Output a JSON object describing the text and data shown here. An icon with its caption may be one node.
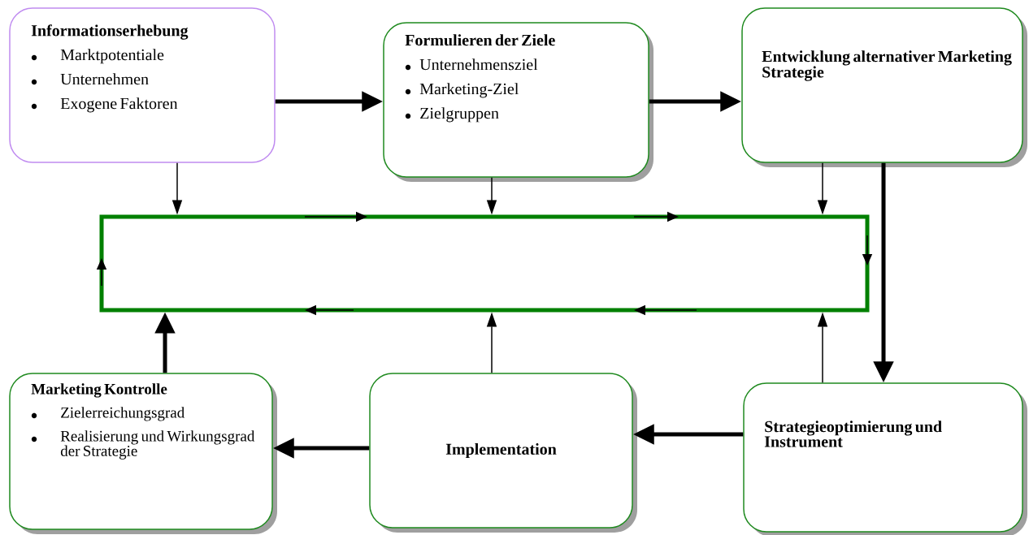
{
  "diagram": {
    "nodes": [
      {
        "text": [
          "Informationserhebung",
          "Marktpotentiale",
          "Unternehmen",
          "Exogene Faktoren"
        ]
      },
      {
        "text": [
          "Formulieren der Ziele",
          "Unternehmensziel",
          "Marketing-Ziel",
          "Zielgruppen"
        ]
      },
      {
        "text": [
          "Entwicklung alternativer Marketing Strategie"
        ]
      },
      {
        "text": [],
        "shape": "box"
      },
      {
        "text": [
          "Marketing Kontrolle",
          "Zielerreichungsgrad",
          "Realisierung und Wirkungsgrad der Strategie"
        ]
      },
      {
        "text": [
          "Implementation"
        ]
      },
      {
        "text": [
          "Strategieoptimierung und Instrument"
        ]
      }
    ],
    "edges": [
      {
        "from": 0,
        "to": 1,
        "arrow": "to"
      },
      {
        "from": 1,
        "to": 2,
        "arrow": "to"
      },
      {
        "from": 2,
        "to": 6,
        "arrow": "to"
      },
      {
        "from": 6,
        "to": 5,
        "arrow": "to"
      },
      {
        "from": 5,
        "to": 4,
        "arrow": "to"
      },
      {
        "from": 4,
        "to": 3,
        "arrow": "to"
      },
      {
        "from": 0,
        "to": 3,
        "arrow": "to"
      },
      {
        "from": 1,
        "to": 3,
        "arrow": "to"
      },
      {
        "from": 2,
        "to": 3,
        "arrow": "to"
      },
      {
        "from": 5,
        "to": 3,
        "arrow": "to"
      },
      {
        "from": 6,
        "to": 3,
        "arrow": "to"
      }
    ]
  }
}
